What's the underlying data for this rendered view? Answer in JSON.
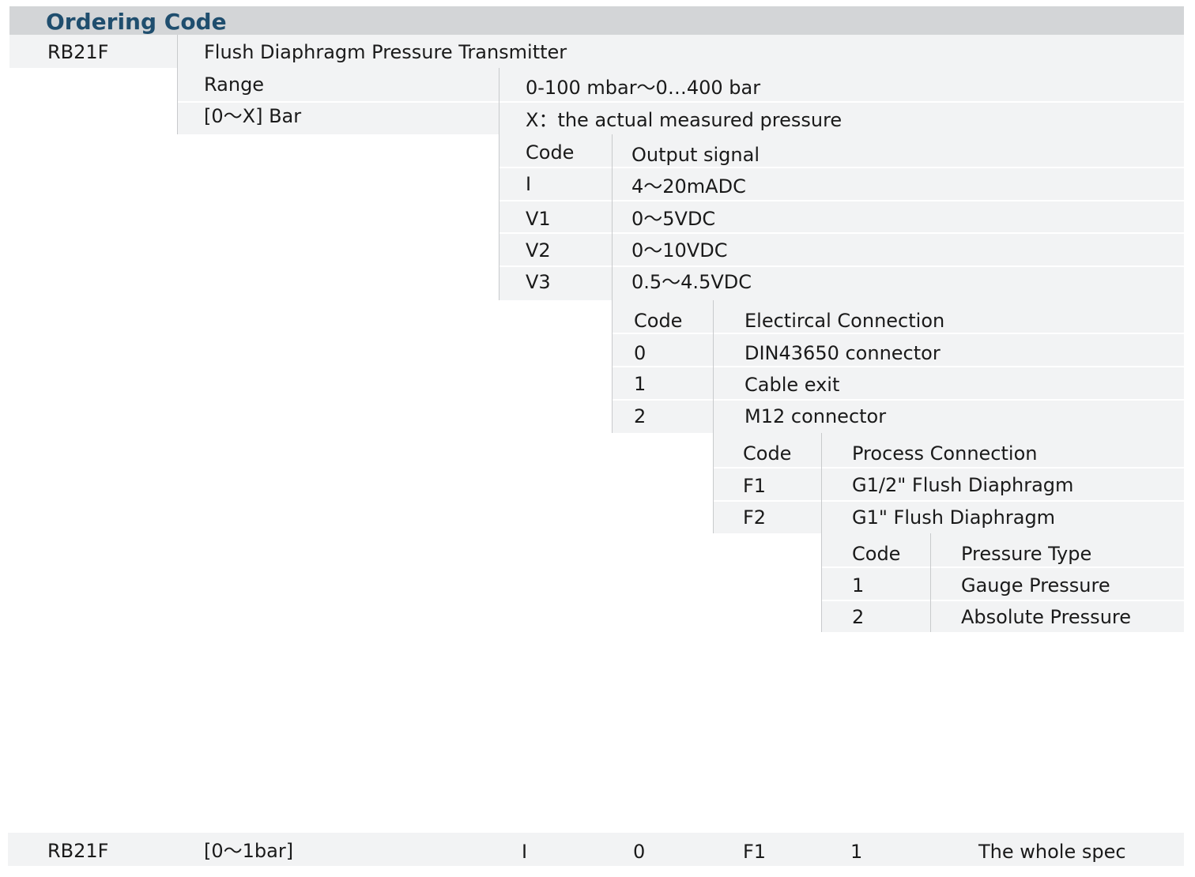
{
  "header": {
    "title": "Ordering Code"
  },
  "model": {
    "code": "RB21F",
    "description": "Flush Diaphragm Pressure Transmitter"
  },
  "range": {
    "label": "Range",
    "label2": "[0～X] Bar",
    "value": "0-100 mbar～0…400 bar",
    "note": "X：the actual measured pressure"
  },
  "output_signal": {
    "code_header": "Code",
    "title": "Output signal",
    "rows": [
      {
        "code": "I",
        "value": "4～20mADC"
      },
      {
        "code": "V1",
        "value": "0～5VDC"
      },
      {
        "code": "V2",
        "value": "0～10VDC"
      },
      {
        "code": "V3",
        "value": "0.5～4.5VDC"
      }
    ]
  },
  "electrical_connection": {
    "code_header": "Code",
    "title": "Electircal Connection",
    "rows": [
      {
        "code": "0",
        "value": "DIN43650 connector"
      },
      {
        "code": "1",
        "value": "Cable exit"
      },
      {
        "code": "2",
        "value": "M12 connector"
      }
    ]
  },
  "process_connection": {
    "code_header": "Code",
    "title": "Process Connection",
    "rows": [
      {
        "code": "F1",
        "value": "G1/2\" Flush Diaphragm"
      },
      {
        "code": "F2",
        "value": "G1\" Flush Diaphragm"
      }
    ]
  },
  "pressure_type": {
    "code_header": "Code",
    "title": "Pressure Type",
    "rows": [
      {
        "code": "1",
        "value": "Gauge Pressure"
      },
      {
        "code": "2",
        "value": "Absolute Pressure"
      }
    ]
  },
  "example": {
    "model": "RB21F",
    "range": "[0～1bar]",
    "output": "I",
    "electrical": "0",
    "process": "F1",
    "pressure": "1",
    "note": "The whole spec"
  }
}
